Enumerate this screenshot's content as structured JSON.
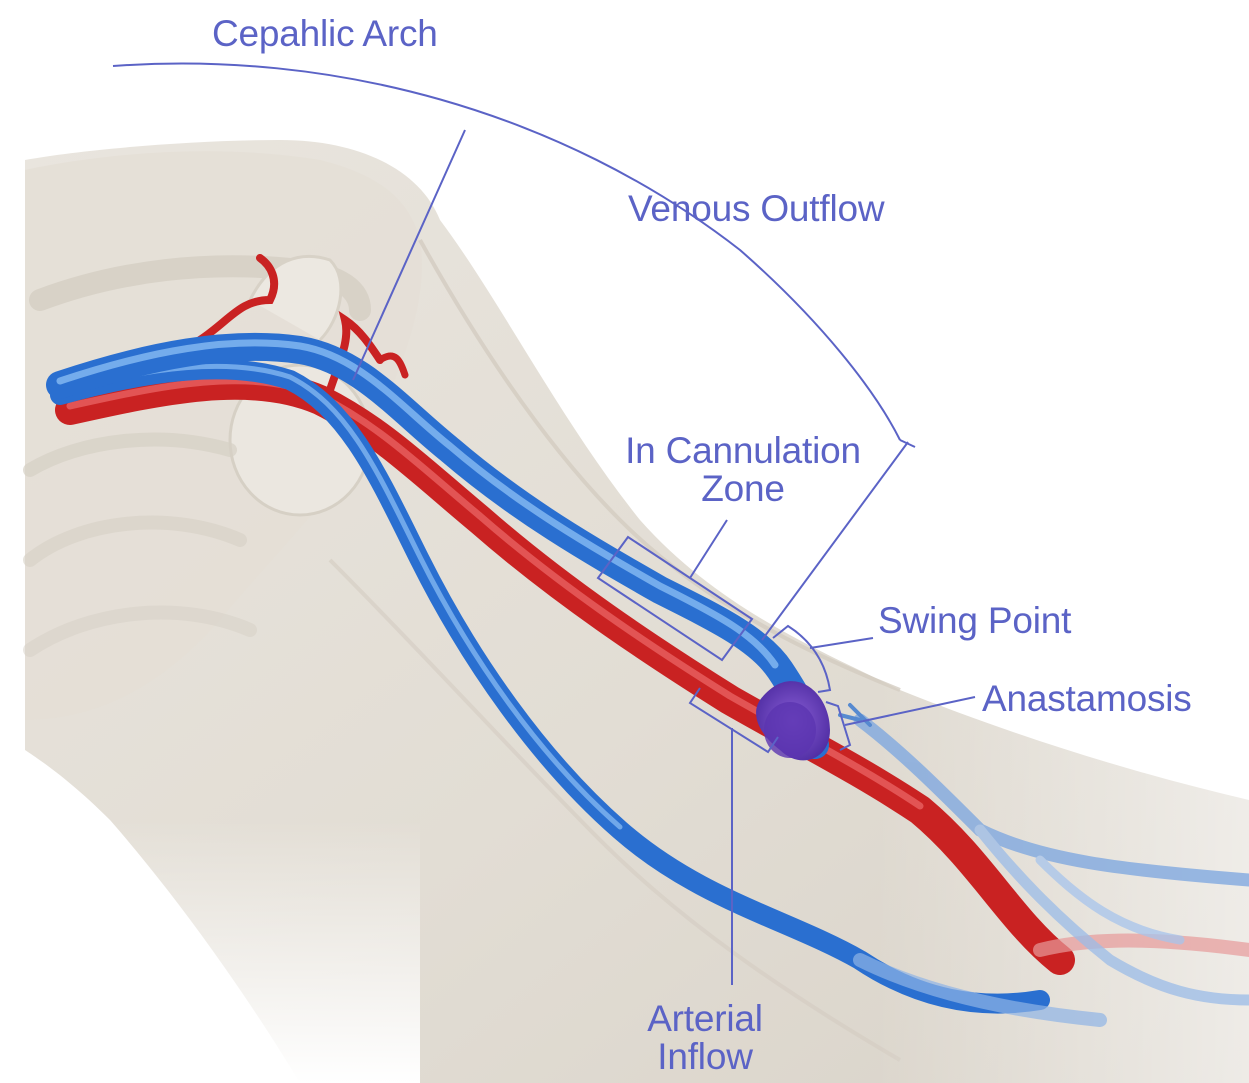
{
  "labels": {
    "cephalic_arch": "Cepahlic Arch",
    "venous_outflow": "Venous Outflow",
    "cannulation_line1": "In Cannulation",
    "cannulation_line2": "Zone",
    "swing_point": "Swing Point",
    "anastamosis": "Anastamosis",
    "arterial_line1": "Arterial",
    "arterial_line2": "Inflow"
  },
  "colors": {
    "label_text": "#5b63c6",
    "leader_line": "#5b63c6",
    "skin": "#e6e1d8",
    "skin_shadow": "#cfc8bd",
    "vein": "#2a6fd0",
    "vein_highlight": "#7fb2f0",
    "artery": "#d42a2a",
    "artery_highlight": "#ef6b6b",
    "anastomosis": "#6a3fb5"
  }
}
